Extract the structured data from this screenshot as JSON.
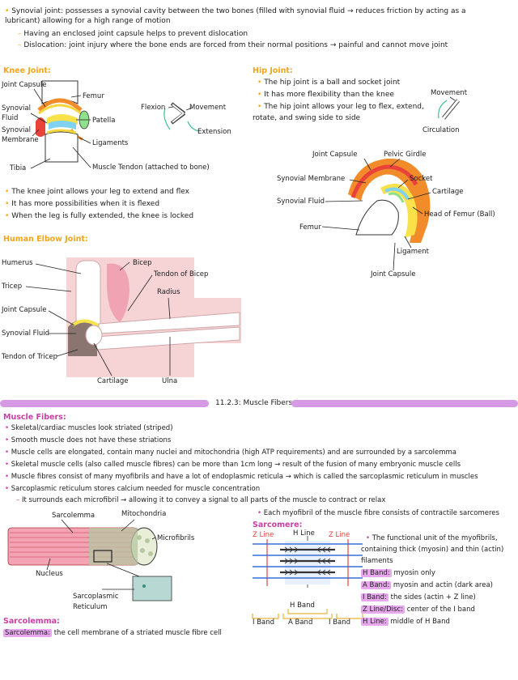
{
  "synovial": {
    "line1": "Synovial joint: possesses a synovial cavity between the two bones (filled with synovial fluid → reduces friction by acting as a",
    "line2": "lubricant) allowing for a high range of motion",
    "sub1": "Having an enclosed joint capsule helps to prevent dislocation",
    "sub2": "Dislocation: joint injury where the bone ends are forced from their normal positions → painful and cannot move joint"
  },
  "knee": {
    "heading": "Knee Joint:",
    "labels": {
      "capsule": "Joint Capsule",
      "femur": "Femur",
      "fluid1": "Synovial",
      "fluid2": "Fluid",
      "patella": "Patella",
      "mem1": "Synovial",
      "mem2": "Membrane",
      "ligaments": "Ligaments",
      "tibia": "Tibia",
      "tendon": "Muscle Tendon (attached to bone)"
    },
    "movement": {
      "flexion": "Flexion",
      "movement": "Movement",
      "extension": "Extension"
    },
    "bullets": [
      "The knee joint allows your leg to extend and flex",
      "It has more possibilities when it is flexed",
      "When the leg is fully extended, the knee is locked"
    ]
  },
  "hip": {
    "heading": "Hip Joint:",
    "bullets": [
      "The hip joint is a ball and socket joint",
      "It has more flexibility than the knee",
      "The hip joint allows your leg to flex, extend,",
      "rotate, and swing side to side"
    ],
    "movement": "Movement",
    "circulation": "Circulation",
    "labels": {
      "capsule": "Joint Capsule",
      "girdle": "Pelvic Girdle",
      "membrane": "Synovial Membrane",
      "socket": "Socket",
      "fluid": "Synovial Fluid",
      "cartilage": "Cartilage",
      "head": "Head of Femur (Ball)",
      "femur": "Femur",
      "ligament": "Ligament",
      "capsule2": "Joint Capsule"
    }
  },
  "elbow": {
    "heading": "Human Elbow Joint:",
    "labels": {
      "humerus": "Humerus",
      "bicep": "Bicep",
      "tendon_bicep": "Tendon of Bicep",
      "tricep": "Tricep",
      "radius": "Radius",
      "capsule": "Joint Capsule",
      "fluid": "Synovial Fluid",
      "tendon_tricep": "Tendon of Tricep",
      "cartilage": "Cartilage",
      "ulna": "Ulna"
    }
  },
  "section_title": "11.2.3: Muscle Fibers",
  "fibers": {
    "heading": "Muscle Fibers:",
    "bullets": [
      "Skeletal/cardiac muscles look striated (striped)",
      "Smooth muscle does not have these striations",
      "Muscle cells are elongated, contain many nuclei and mitochondria (high ATP requirements) and are surrounded by a sarcolemma",
      "Skeletal muscle cells (also called muscle fibres) can be more than 1cm long → result of the fusion of many embryonic muscle cells",
      "Muscle fibres consist of many myofibrils and have a lot of endoplasmic reticula → which is called the sarcoplasmic reticulum in muscles",
      "Sarcoplasmic reticulum stores calcium needed for muscle concentration"
    ],
    "sub": "It surrounds each microfibril → allowing it to convey a signal to all parts of the muscle to contract or relax",
    "myofibril_note": "Each myofibril of the muscle fibre consists of contractile sarcomeres",
    "diagram": {
      "sarcolemma": "Sarcolemma",
      "mitochondria": "Mitochondria",
      "microfibrils": "Microfibrils",
      "nucleus": "Nucleus",
      "sr1": "Sarcoplasmic",
      "sr2": "Reticulum"
    }
  },
  "sarcomere": {
    "heading": "Sarcomere:",
    "zline_left": "Z Line",
    "hline": "H Line",
    "zline_right": "Z Line",
    "hband": "H Band",
    "iband_left": "I Band",
    "aband": "A Band",
    "iband_right": "I Band",
    "desc1": "The functional unit of the myofibrils,",
    "desc2": "containing thick (myosin) and thin (actin)",
    "desc3": "filaments",
    "defs": [
      {
        "term": "H Band:",
        "text": "myosin only"
      },
      {
        "term": "A Band:",
        "text": "myosin and actin (dark area)"
      },
      {
        "term": "I Band:",
        "text": "the sides (actin + Z line)"
      },
      {
        "term": "Z Line/Disc:",
        "text": "center of the I band"
      },
      {
        "term": "H Line:",
        "text": "middle of H Band"
      }
    ]
  },
  "sarcolemma": {
    "heading": "Sarcolemma:",
    "term": "Sarcolemma:",
    "text": "the cell membrane of a striated muscle fibre cell"
  }
}
